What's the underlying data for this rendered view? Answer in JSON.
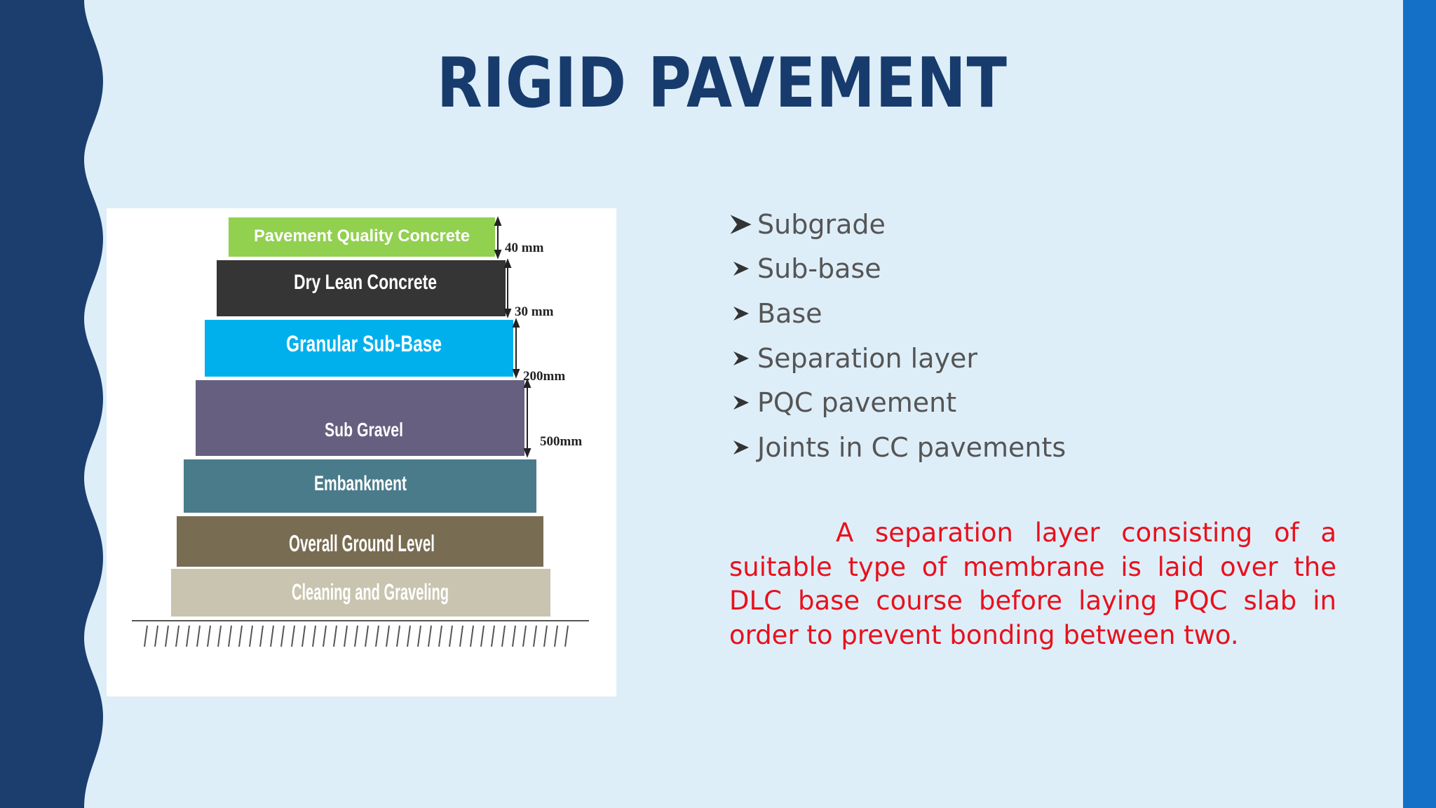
{
  "slide": {
    "title": "RIGID PAVEMENT",
    "colors": {
      "background": "#deeef9",
      "left_wave": "#1b3e6e",
      "right_bar": "#1370c6",
      "title": "#173b6c",
      "bullets": "#555555",
      "note": "#e8111c"
    }
  },
  "diagram": {
    "layers": [
      {
        "label": "Pavement Quality Concrete",
        "color": "#92d050"
      },
      {
        "label": "Dry Lean Concrete",
        "color": "#353535"
      },
      {
        "label": "Granular Sub-Base",
        "color": "#00b0ed"
      },
      {
        "label": "Sub Gravel",
        "color": "#675f80"
      },
      {
        "label": "Embankment",
        "color": "#4a7b8b"
      },
      {
        "label": "Overall Ground Level",
        "color": "#786c52"
      },
      {
        "label": "Cleaning and Graveling",
        "color": "#c9c4b0"
      }
    ],
    "dimensions": [
      "40 mm",
      "30 mm",
      "200mm",
      "500mm"
    ]
  },
  "bullets": {
    "icon": "arrow-bullet-icon",
    "items": [
      "Subgrade",
      "Sub-base",
      "Base",
      "Separation layer",
      "PQC pavement",
      "Joints in CC pavements"
    ]
  },
  "note": {
    "text": "A separation layer consisting of a suitable type of membrane is laid over the DLC base course before laying PQC slab in order to prevent bonding between two."
  }
}
